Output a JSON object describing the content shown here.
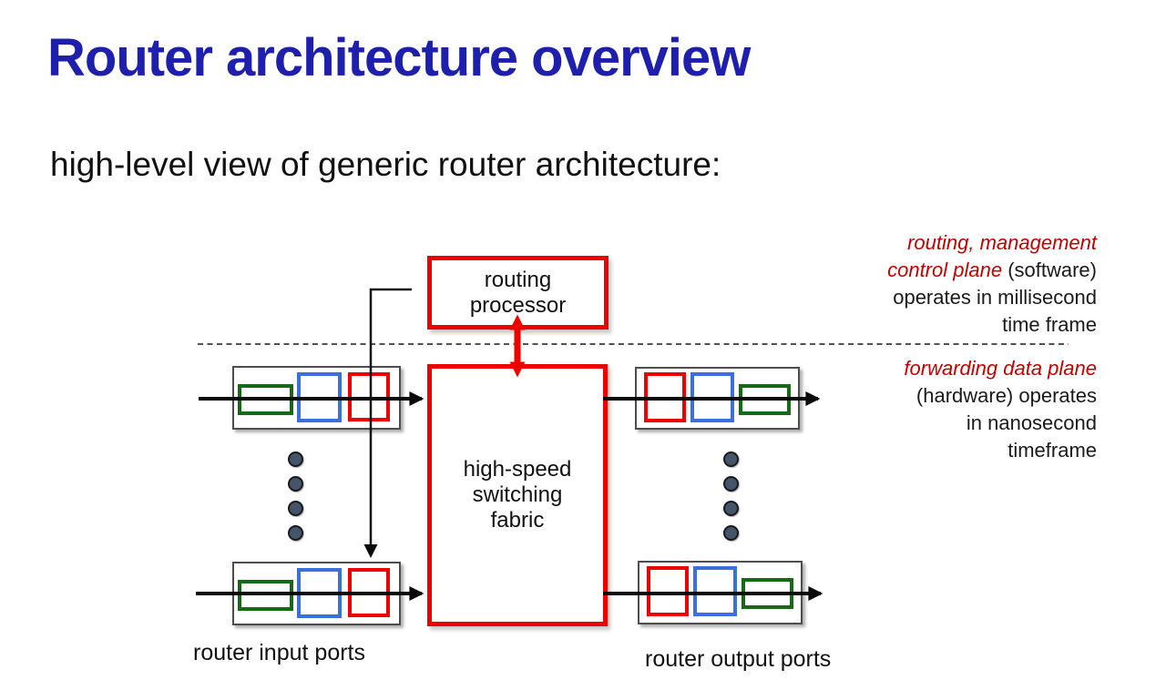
{
  "slide": {
    "title": "Router architecture overview",
    "subtitle": "high-level view of generic router architecture:"
  },
  "diagram": {
    "routing_processor_label": "routing\nprocessor",
    "switching_fabric_label": "high-speed\nswitching\nfabric",
    "input_ports_label": "router input ports",
    "output_ports_label": "router output ports",
    "control_plane_note": {
      "line1": "routing, management",
      "line2_emphasis": "control plane",
      "line2_rest": " (software)",
      "line3": "operates in millisecond",
      "line4": "time frame"
    },
    "data_plane_note": {
      "line1": "forwarding data plane",
      "line2": "(hardware) operates",
      "line3": "in nanosecond",
      "line4": "timeframe"
    },
    "colors": {
      "title_blue": "#1f1fae",
      "emphasis_red": "#c00000",
      "box_red": "#ee0000",
      "packet_green": "#166916",
      "packet_blue": "#3b6fdd",
      "port_border_gray": "#4d4d4d",
      "dot_fill": "#44546a"
    }
  }
}
